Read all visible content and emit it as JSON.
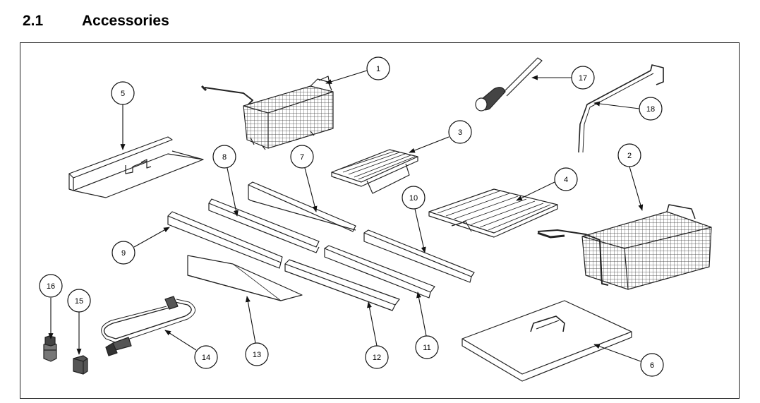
{
  "section": {
    "number": "2.1",
    "title": "Accessories"
  },
  "callouts": [
    {
      "id": "c1",
      "label": "1"
    },
    {
      "id": "c2",
      "label": "2"
    },
    {
      "id": "c3",
      "label": "3"
    },
    {
      "id": "c4",
      "label": "4"
    },
    {
      "id": "c5",
      "label": "5"
    },
    {
      "id": "c6",
      "label": "6"
    },
    {
      "id": "c7",
      "label": "7"
    },
    {
      "id": "c8",
      "label": "8"
    },
    {
      "id": "c9",
      "label": "9"
    },
    {
      "id": "c10",
      "label": "10"
    },
    {
      "id": "c11",
      "label": "11"
    },
    {
      "id": "c12",
      "label": "12"
    },
    {
      "id": "c13",
      "label": "13"
    },
    {
      "id": "c14",
      "label": "14"
    },
    {
      "id": "c15",
      "label": "15"
    },
    {
      "id": "c16",
      "label": "16"
    },
    {
      "id": "c17",
      "label": "17"
    },
    {
      "id": "c18",
      "label": "18"
    }
  ]
}
